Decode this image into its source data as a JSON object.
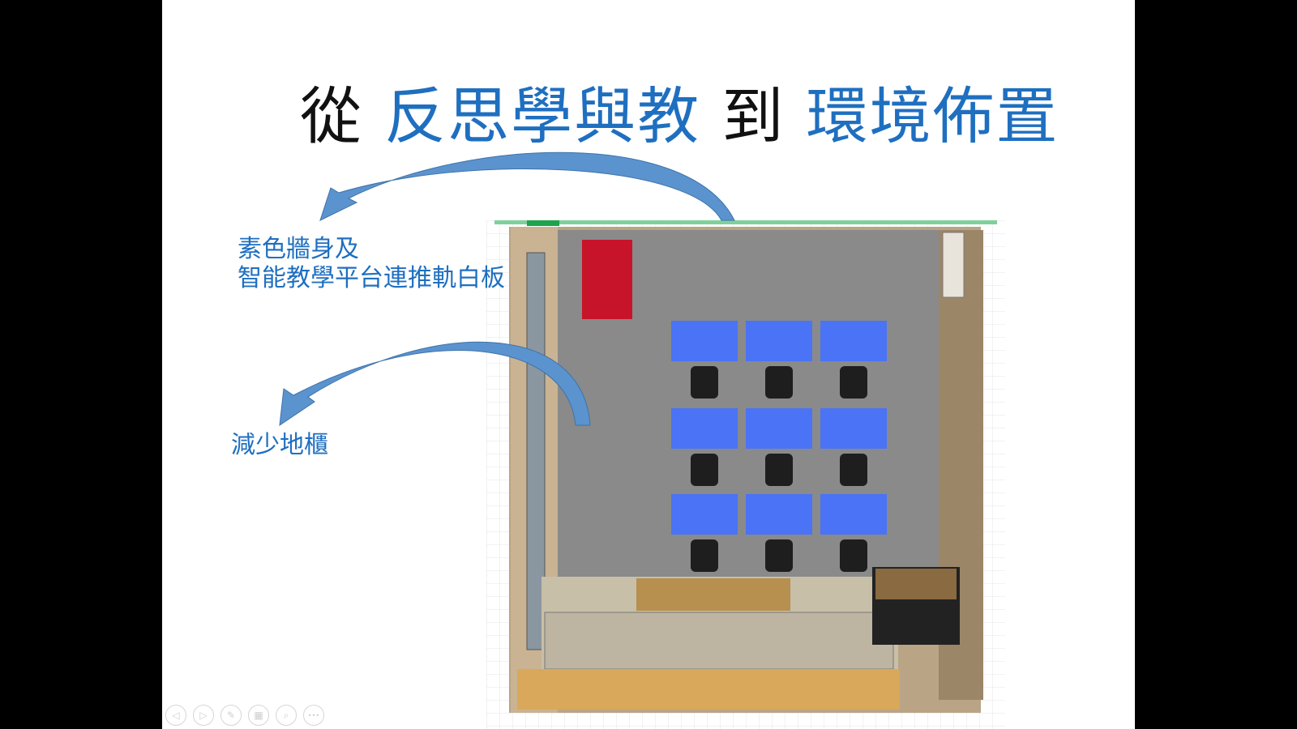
{
  "slide": {
    "title": {
      "part1": "從 ",
      "part2": "反思學與教",
      "part3": " 到 ",
      "part4": "環境佈置"
    },
    "label_wall": {
      "line1": "素色牆身及",
      "line2": "智能教學平台連推軌白板"
    },
    "label_floor": "減少地櫃",
    "colors": {
      "accent_blue": "#1f6fc0",
      "arrow_blue": "#5b93cf",
      "desk_blue": "#4a73f5",
      "board_red": "#c8142a"
    }
  },
  "controls": [
    {
      "name": "previous-slide",
      "icon": "◁"
    },
    {
      "name": "next-slide",
      "icon": "▷"
    },
    {
      "name": "pen",
      "icon": "✎"
    },
    {
      "name": "see-all-slides",
      "icon": "▦"
    },
    {
      "name": "zoom",
      "icon": "⌕"
    },
    {
      "name": "more-options",
      "icon": "•••"
    }
  ]
}
